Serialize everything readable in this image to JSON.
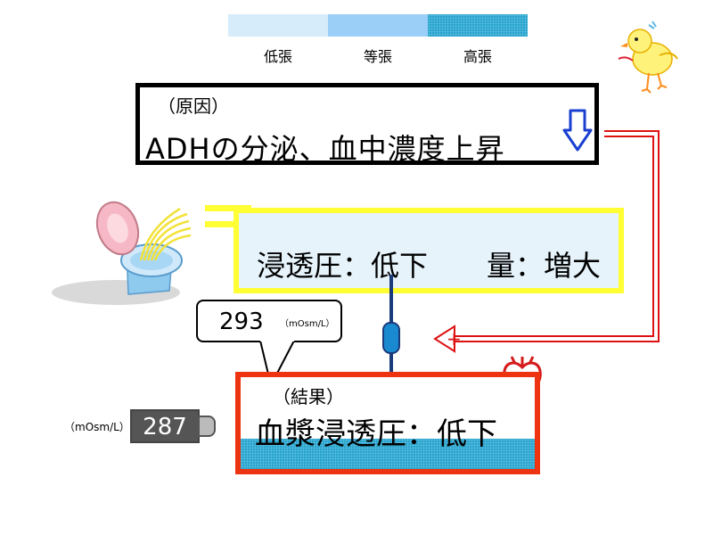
{
  "legend": {
    "labels": [
      "低張",
      "等張",
      "高張"
    ],
    "colors": [
      "#d6ecfa",
      "#9ccff7",
      "#2aa3cc"
    ]
  },
  "cause": {
    "tag": "（原因）",
    "text": "ADHの分泌、血中濃度上昇",
    "arrow_icon": "down-arrow-icon"
  },
  "urine": {
    "osmolality_text": "浸透圧：低下",
    "volume_text": "量：増大"
  },
  "callout": {
    "value": "293",
    "unit": "（mOsm/L）"
  },
  "result": {
    "tag": "（結果）",
    "text": "血漿浸透圧：低下"
  },
  "gauge": {
    "unit": "（mOsm/L）",
    "value": "287"
  },
  "connectors": {
    "feedback_sign": "+",
    "down_sign": "+"
  },
  "icons": [
    "toilet-icon",
    "heart-icon",
    "chick-icon"
  ],
  "colors": {
    "cause_border": "#000000",
    "urine_border": "#ffff33",
    "urine_fill": "#e6f3fb",
    "result_border": "#ee3311",
    "feedback_line": "#dd1111",
    "down_line": "#1a3a7a"
  }
}
